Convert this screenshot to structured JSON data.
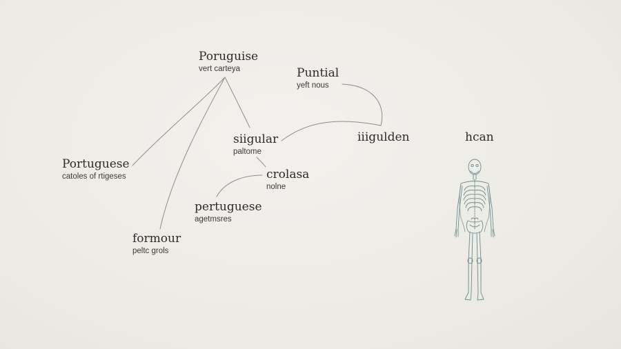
{
  "nodes": {
    "poruguise": {
      "title": "Poruguise",
      "subtitle": "vert carteya"
    },
    "puntial": {
      "title": "Puntial",
      "subtitle": "yeft nous"
    },
    "siigular": {
      "title": "siigular",
      "subtitle": "paltome"
    },
    "portuguese": {
      "title": "Portuguese",
      "subtitle": "catoles of rtigeses"
    },
    "crolasa": {
      "title": "crolasa",
      "subtitle": "nolne"
    },
    "pertuguese": {
      "title": "pertuguese",
      "subtitle": "agetmsres"
    },
    "formour": {
      "title": "formour",
      "subtitle": "peltc grols"
    },
    "iiigulden": {
      "title": "iiigulden"
    },
    "hcan": {
      "title": "hcan"
    }
  },
  "colors": {
    "background": "#eeece7",
    "line": "#8a8a8a",
    "text": "#2b2b2b",
    "figure": "#6f8a90"
  }
}
